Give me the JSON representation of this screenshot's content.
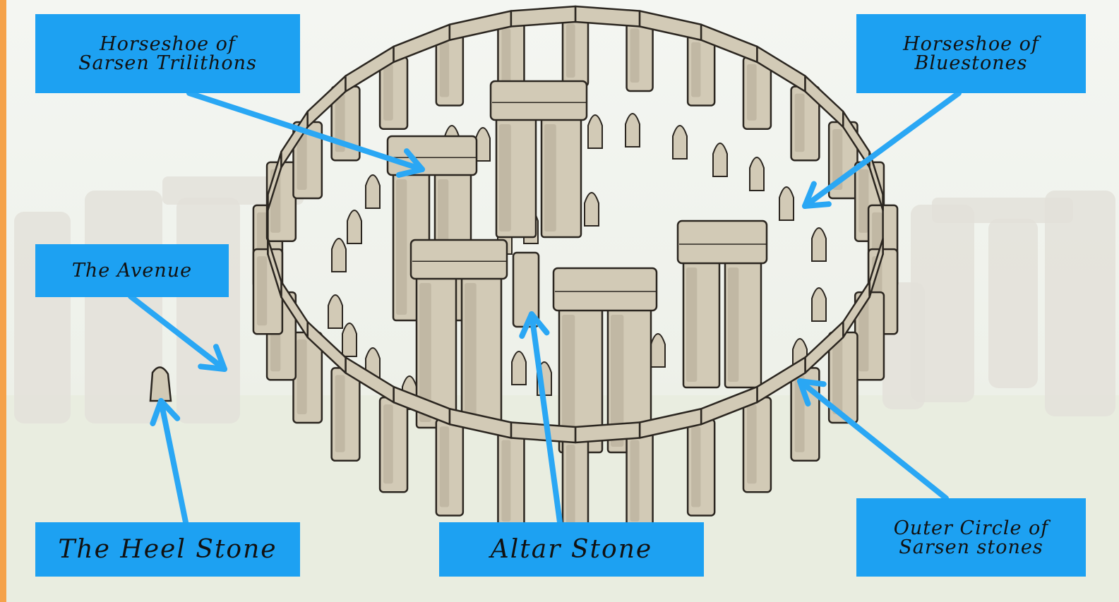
{
  "colors": {
    "label_background": "#1da1f2",
    "arrow": "#2aa7f4",
    "page_edge": "#f5a24a",
    "sky": "#f1f4ef",
    "grass": "#e9ede0",
    "stone_fill": "#d2cab6",
    "stone_shadow": "#b3aa95",
    "stone_outline": "#2b2620",
    "background_stones": "#e3e1d9"
  },
  "labels": {
    "horseshoe_sarsen": [
      "Horseshoe of",
      "Sarsen Trilithons"
    ],
    "horseshoe_bluestones": [
      "Horseshoe of",
      "Bluestones"
    ],
    "the_avenue": [
      "The Avenue"
    ],
    "heel_stone": [
      "The Heel Stone"
    ],
    "altar_stone": [
      "Altar Stone"
    ],
    "outer_circle": [
      "Outer Circle of",
      "Sarsen stones"
    ]
  }
}
